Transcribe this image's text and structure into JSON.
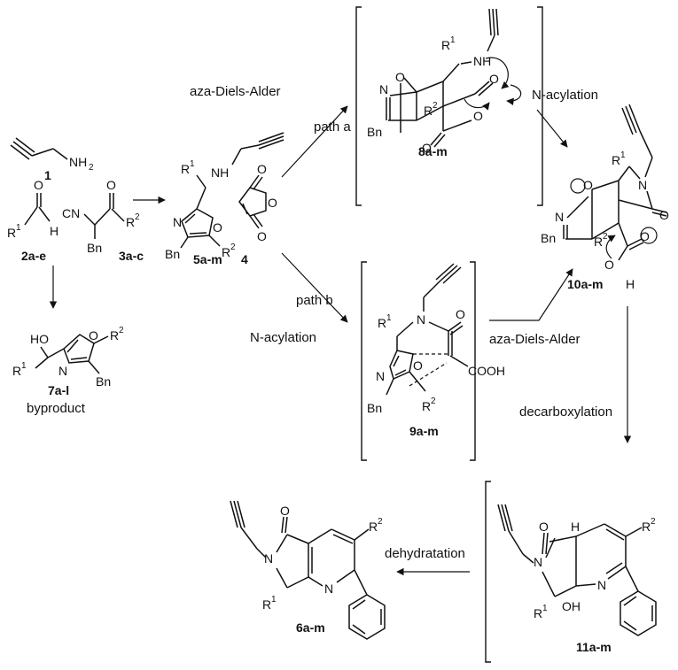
{
  "compounds": {
    "c1": "1",
    "c2": "2a-e",
    "c3": "3a-c",
    "c4": "4",
    "c5": "5a-m",
    "c6": "6a-m",
    "c7": "7a-l",
    "c8": "8a-m",
    "c9": "9a-m",
    "c10": "10a-m",
    "c11": "11a-m"
  },
  "labels": {
    "byproduct": "byproduct",
    "aza_da_top": "aza-Diels-Alder",
    "path_a": "path a",
    "n_acyl_top": "N-acylation",
    "path_b": "path b",
    "n_acyl_left": "N-acylation",
    "aza_da_bottom": "aza-Diels-Alder",
    "decarboxylation": "decarboxylation",
    "dehydratation": "dehydratation"
  },
  "atoms": {
    "nh2": "NH",
    "nh2_sub": "2",
    "cn": "CN",
    "h": "H",
    "o": "O",
    "n": "N",
    "nh": "NH",
    "bn": "Bn",
    "r": "R",
    "sup1": "1",
    "sup2": "2",
    "ho": "HO",
    "oh": "OH",
    "cooh": "COOH"
  },
  "colors": {
    "ink": "#111111",
    "background": "#ffffff"
  }
}
